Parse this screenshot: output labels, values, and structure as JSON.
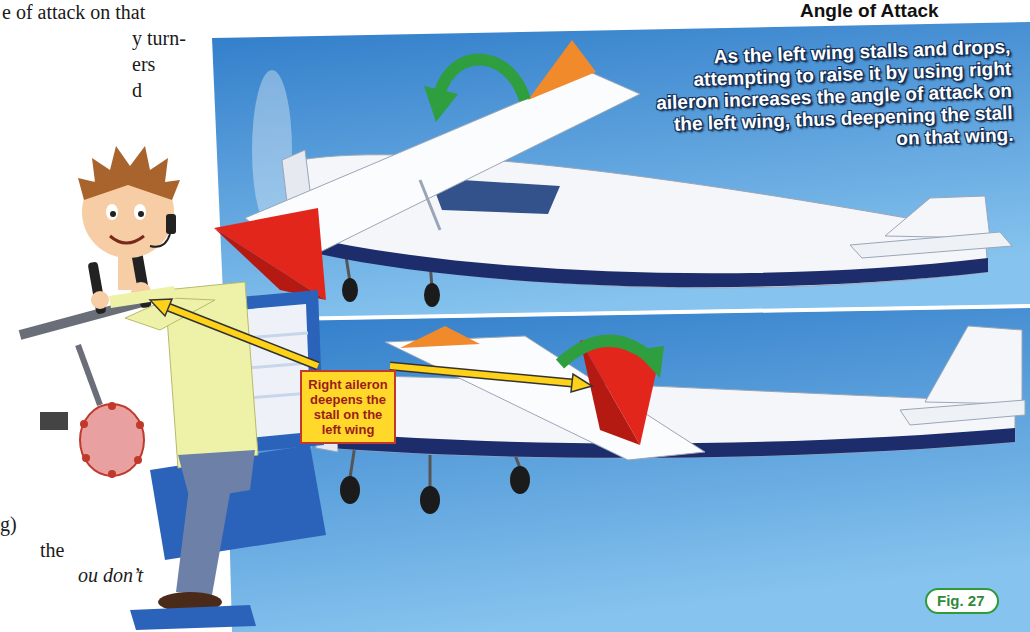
{
  "diagram": {
    "nodes": [
      {
        "text": [
          "Right aileron deepens the stall on the left wing"
        ]
      },
      {
        "text": [
          "Fig. 27"
        ]
      }
    ],
    "labels": [
      "Angle of Attack",
      "e of attack on that",
      "y turn-",
      "ers",
      "d",
      "g)",
      "the",
      "ou don’t",
      "As the left wing stalls and drops, attempting to raise it by using right aileron increases the angle of attack on the left wing, thus deepening the stall on that wing."
    ]
  }
}
